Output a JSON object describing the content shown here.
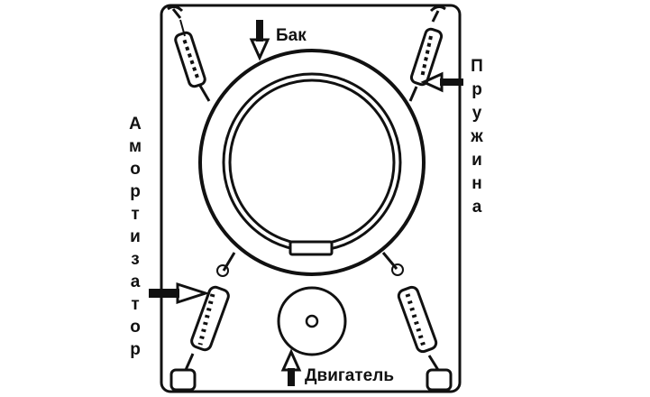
{
  "labels": {
    "tank": "Бак",
    "spring": "Пружина",
    "damper": "Амортизатор",
    "motor": "Двигатель"
  },
  "colors": {
    "ink": "#111111",
    "background": "#ffffff"
  }
}
